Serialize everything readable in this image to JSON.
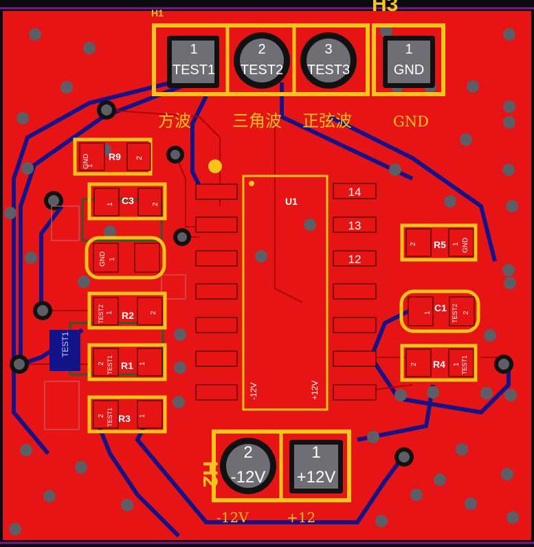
{
  "board": {
    "colors": {
      "outer": "#0b0b10",
      "copper": "#e61414",
      "back_copper": "#13138a",
      "silk": "#f7c41a",
      "pad_gray": "#6e6e74",
      "via": "#5e5e66",
      "frame": "#7c1a8c"
    }
  },
  "headers": {
    "h1": {
      "ref": "H1",
      "pins": [
        {
          "num": "1",
          "net": "TEST1"
        },
        {
          "num": "2",
          "net": "TEST2"
        },
        {
          "num": "3",
          "net": "TEST3"
        }
      ]
    },
    "h3": {
      "ref": "H3",
      "pins": [
        {
          "num": "1",
          "net": "GND"
        }
      ]
    },
    "h2": {
      "ref": "H2",
      "pins": [
        {
          "num": "2",
          "net": "-12V"
        },
        {
          "num": "1",
          "net": "+12V"
        }
      ]
    }
  },
  "labels": {
    "square": "方波",
    "triangle": "三角波",
    "sine": "正弦波",
    "gnd": "GND",
    "neg12": "-12V",
    "pos12": "+12"
  },
  "u1": {
    "ref": "U1",
    "right_pin_numbers": [
      "14",
      "13",
      "12"
    ],
    "rail_neg": "-12V",
    "rail_pos": "+12V"
  },
  "parts": {
    "r9": {
      "ref": "R9",
      "pad1": "1",
      "pad1_net": "GND",
      "pad2": "2"
    },
    "c3": {
      "ref": "C3",
      "pad1": "1",
      "pad2": "2"
    },
    "r2": {
      "ref": "R2",
      "pad1": "1",
      "pad1_net": "TEST2",
      "pad2": "2"
    },
    "r1": {
      "ref": "R1",
      "pad2": "2",
      "pad2_net": "TEST1",
      "pad1": "1"
    },
    "r3": {
      "ref": "R3",
      "pad2": "2",
      "pad2_net": "TEST1",
      "pad1": "1"
    },
    "r5": {
      "ref": "R5",
      "pad2": "2",
      "pad1": "1",
      "pad1_net": "GND"
    },
    "c1": {
      "ref": "C1",
      "pad1": "1",
      "pad2": "2",
      "pad2_net": "TEST2"
    },
    "r4": {
      "ref": "R4",
      "pad2": "2",
      "pad1": "1",
      "pad1_net": "TEST1"
    },
    "unlabeled": {
      "pad1": "1",
      "pad1_net": "GND"
    }
  }
}
